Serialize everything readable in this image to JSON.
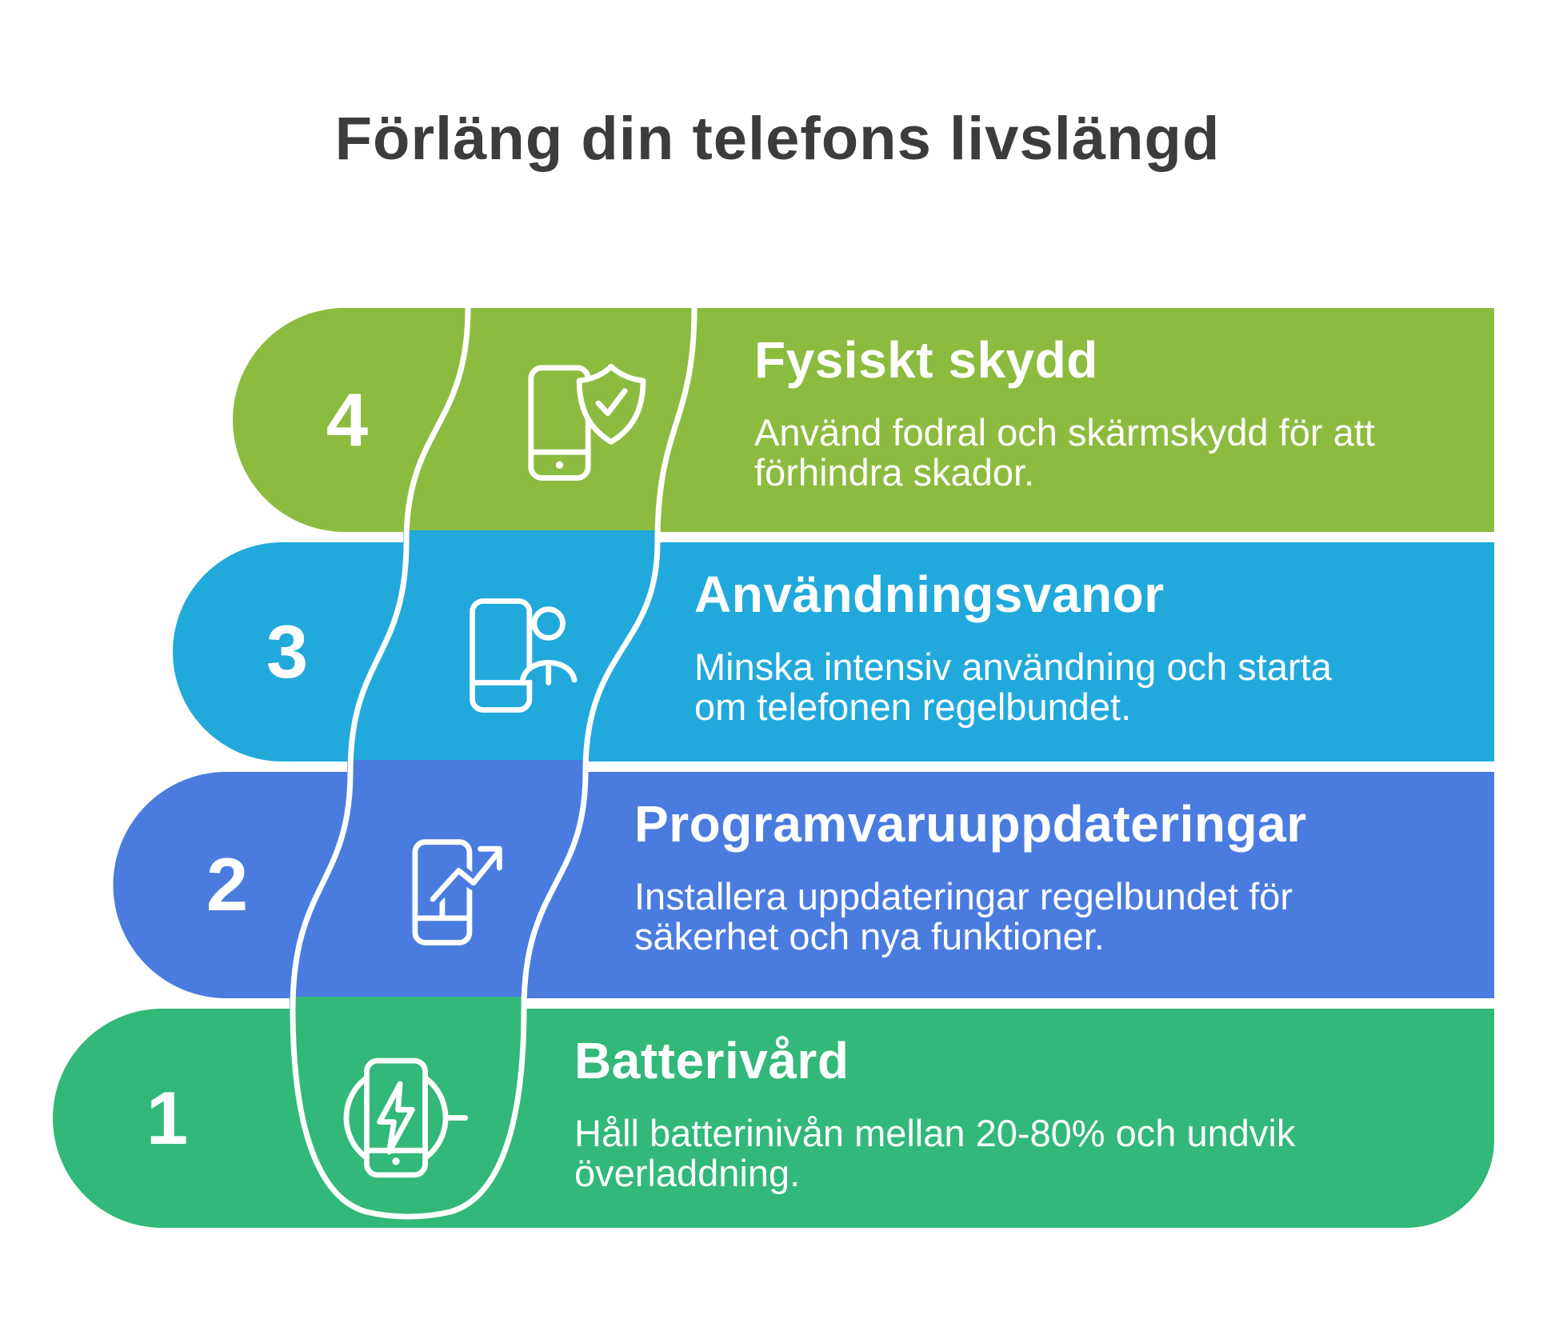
{
  "page_title": "Förläng din telefons livslängd",
  "colors": {
    "background": "#FFFFFF",
    "title_text": "#3C3C3C",
    "text_on_rows": "#FFFFFF",
    "divider_line": "#FFFFFF",
    "step4_green": "#8CBC3F",
    "step3_cyan": "#21A9DC",
    "step2_blue": "#4A7CE0",
    "step1_emerald": "#32B879"
  },
  "rows": [
    {
      "number": "4",
      "title": "Fysiskt skydd",
      "description_lines": [
        "Använd fodral och skärmskydd för att",
        "förhindra skador."
      ],
      "color": "#8CBC3F",
      "icon": "phone-shield-check-icon"
    },
    {
      "number": "3",
      "title": "Användningsvanor",
      "description_lines": [
        "Minska intensiv användning och starta",
        "om telefonen regelbundet."
      ],
      "color": "#21A9DC",
      "icon": "phone-user-icon"
    },
    {
      "number": "2",
      "title": "Programvaruuppdateringar",
      "description_lines": [
        "Installera uppdateringar regelbundet för",
        "säkerhet och nya funktioner."
      ],
      "color": "#4A7CE0",
      "icon": "phone-trend-up-icon"
    },
    {
      "number": "1",
      "title": "Batterivård",
      "description_lines": [
        "Håll batterinivån mellan 20-80% och undvik",
        "överladdning."
      ],
      "color": "#32B879",
      "icon": "phone-wireless-charging-icon"
    }
  ]
}
